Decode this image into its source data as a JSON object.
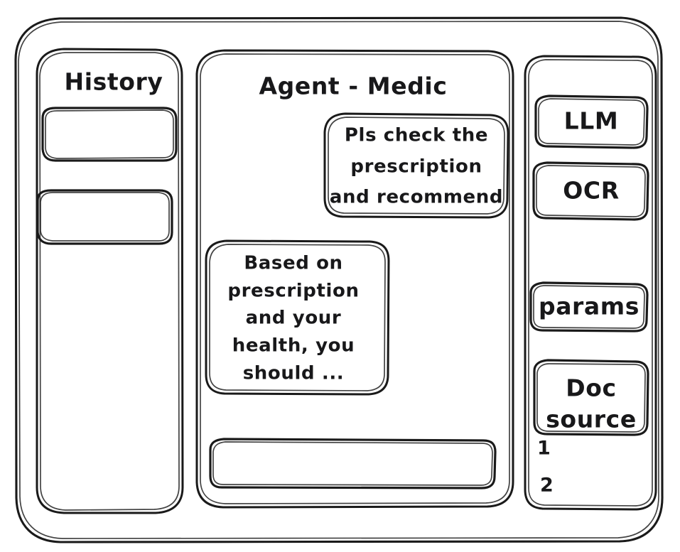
{
  "style": {
    "ink_color": "#1a1a1a",
    "background_color": "#ffffff",
    "render_mode": "hand-drawn-wireframe"
  },
  "window": {
    "name": "agent-medic-wireframe"
  },
  "sidebar_left": {
    "title": "History",
    "items": [
      {
        "label": ""
      },
      {
        "label": ""
      }
    ]
  },
  "main": {
    "title": "Agent - Medic",
    "messages": [
      {
        "role": "user",
        "lines": [
          "Pls check the",
          "prescription",
          "and recommend"
        ]
      },
      {
        "role": "assistant",
        "lines": [
          "Based on",
          "prescription",
          "and your",
          "health, you",
          "should ..."
        ]
      }
    ],
    "composer": {
      "value": "",
      "placeholder": ""
    }
  },
  "sidebar_right": {
    "cards": [
      {
        "label": "LLM",
        "lines": [
          "LLM"
        ]
      },
      {
        "label": "OCR",
        "lines": [
          "OCR"
        ]
      },
      {
        "label": "params",
        "lines": [
          "params"
        ]
      },
      {
        "label": "Doc source",
        "lines": [
          "Doc",
          "source"
        ]
      }
    ],
    "list": [
      {
        "label": "1"
      },
      {
        "label": "2"
      }
    ]
  }
}
